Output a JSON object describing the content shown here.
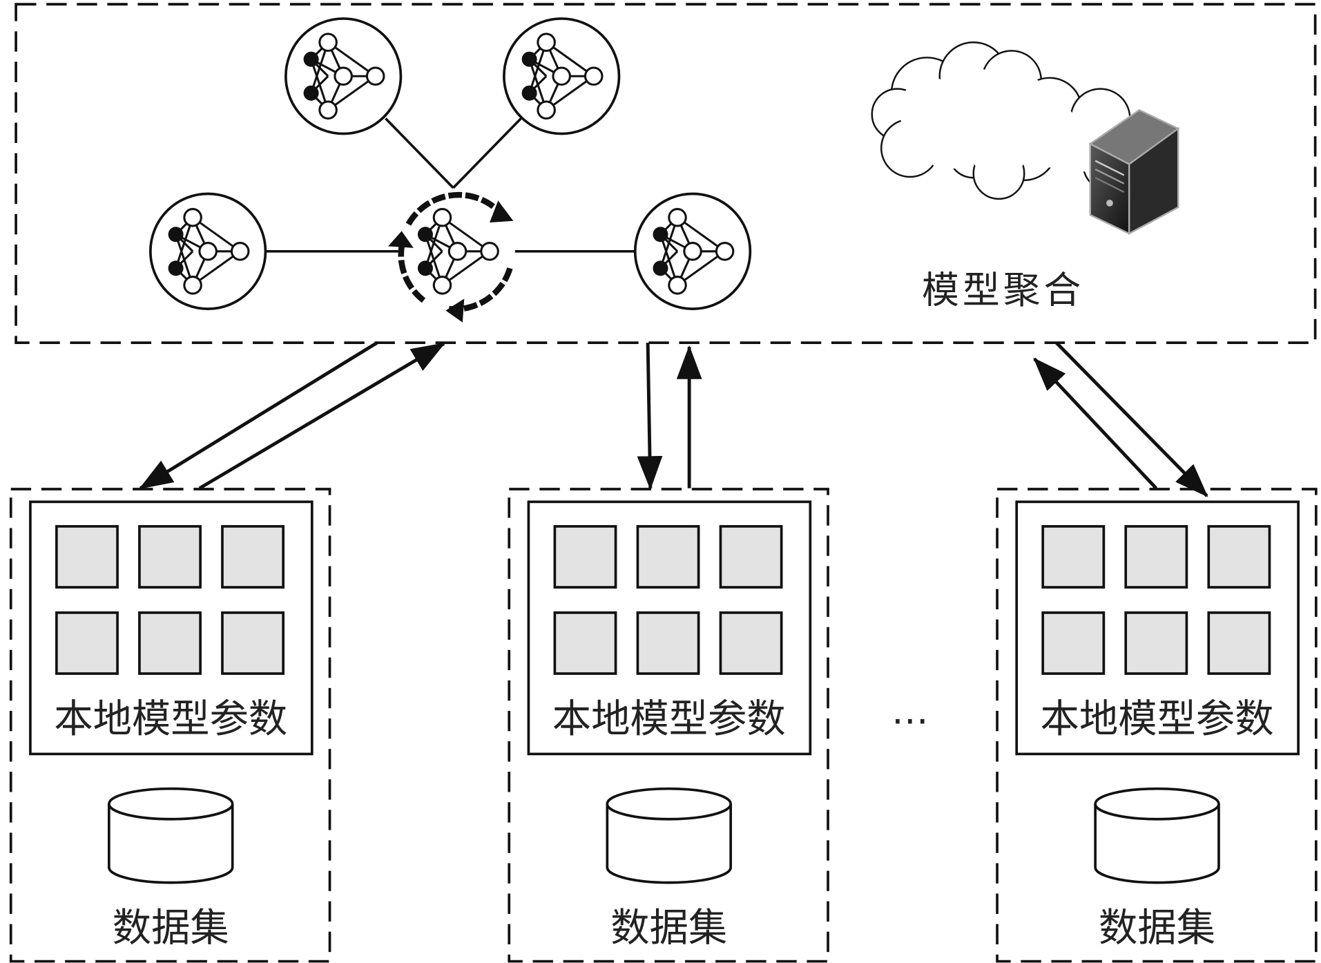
{
  "server": {
    "label": "模型聚合"
  },
  "clients": [
    {
      "params_label": "本地模型参数",
      "dataset_label": "数据集"
    },
    {
      "params_label": "本地模型参数",
      "dataset_label": "数据集"
    },
    {
      "params_label": "本地模型参数",
      "dataset_label": "数据集"
    }
  ],
  "ellipsis": "…",
  "colors": {
    "stroke": "#111111",
    "param_cell": "#e3e3e3",
    "background": "#ffffff"
  },
  "icons": [
    "neural-network-icon",
    "sync-arrows-icon",
    "cloud-icon",
    "server-icon",
    "database-icon"
  ]
}
